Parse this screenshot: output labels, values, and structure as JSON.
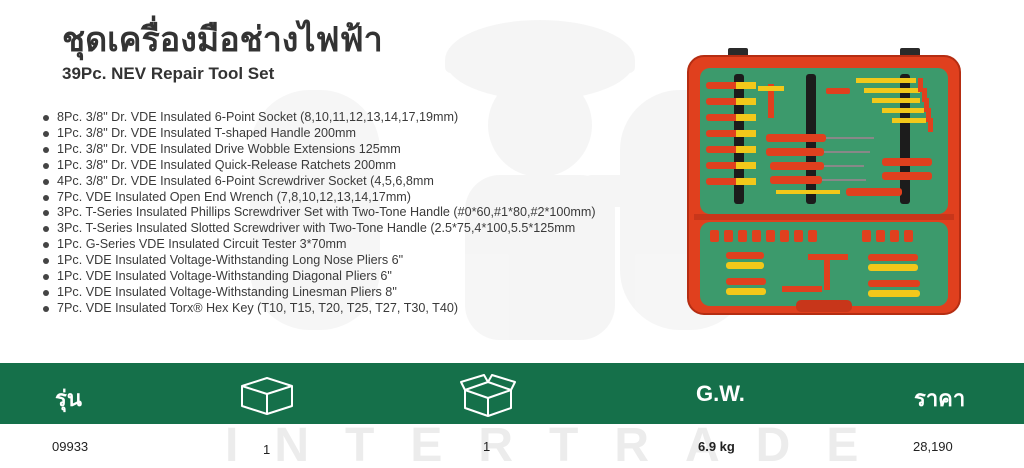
{
  "title_th": "ชุดเครื่องมือช่างไฟฟ้า",
  "title_en": "39Pc. NEV Repair Tool Set",
  "features": [
    "8Pc. 3/8\" Dr. VDE Insulated 6-Point Socket (8,10,11,12,13,14,17,19mm)",
    "1Pc. 3/8\" Dr. VDE Insulated T-shaped Handle 200mm",
    "1Pc. 3/8\" Dr. VDE Insulated Drive Wobble Extensions 125mm",
    "1Pc. 3/8\" Dr. VDE Insulated Quick-Release Ratchets 200mm",
    "4Pc. 3/8\" Dr. VDE Insulated 6-Point Screwdriver Socket (4,5,6,8mm",
    "7Pc. VDE Insulated Open End Wrench (7,8,10,12,13,14,17mm)",
    "3Pc. T-Series Insulated Phillips Screwdriver Set with Two-Tone Handle (#0*60,#1*80,#2*100mm)",
    "3Pc. T-Series Insulated Slotted Screwdriver with Two-Tone Handle (2.5*75,4*100,5.5*125mm",
    "1Pc. G-Series VDE Insulated Circuit Tester 3*70mm",
    "1Pc. VDE Insulated Voltage-Withstanding Long Nose Pliers 6\"",
    "1Pc. VDE Insulated Voltage-Withstanding Diagonal Pliers 6\"",
    "1Pc. VDE Insulated Voltage-Withstanding Linesman Pliers 8\"",
    "7Pc. VDE Insulated Torx® Hex Key (T10, T15, T20, T25, T27, T30, T40)"
  ],
  "watermark": "INTERTRADE",
  "table": {
    "headers": {
      "model": "รุ่น",
      "box_icon_1": "box-icon",
      "box_icon_2": "open-box-icon",
      "gross_weight": "G.W.",
      "price": "ราคา"
    },
    "row": {
      "model": "09933",
      "qty_inner": "1",
      "qty_outer": "1",
      "gross_weight": "6.9 kg",
      "price": "28,190"
    }
  },
  "colors": {
    "header_bar": "#15704a",
    "case": "#e0401e",
    "foam": "#3c9a6c",
    "insulation": "#f2c81a"
  }
}
